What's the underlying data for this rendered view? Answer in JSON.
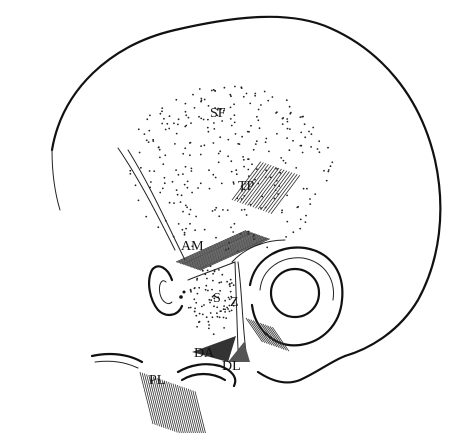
{
  "labels": {
    "sf": "SF",
    "tp": "TP",
    "am": "AM",
    "s": "S",
    "z": "Z",
    "da": "DA",
    "dl": "DL",
    "pl": "PL"
  },
  "colors": {
    "line": "#111111",
    "background": "#ffffff"
  }
}
